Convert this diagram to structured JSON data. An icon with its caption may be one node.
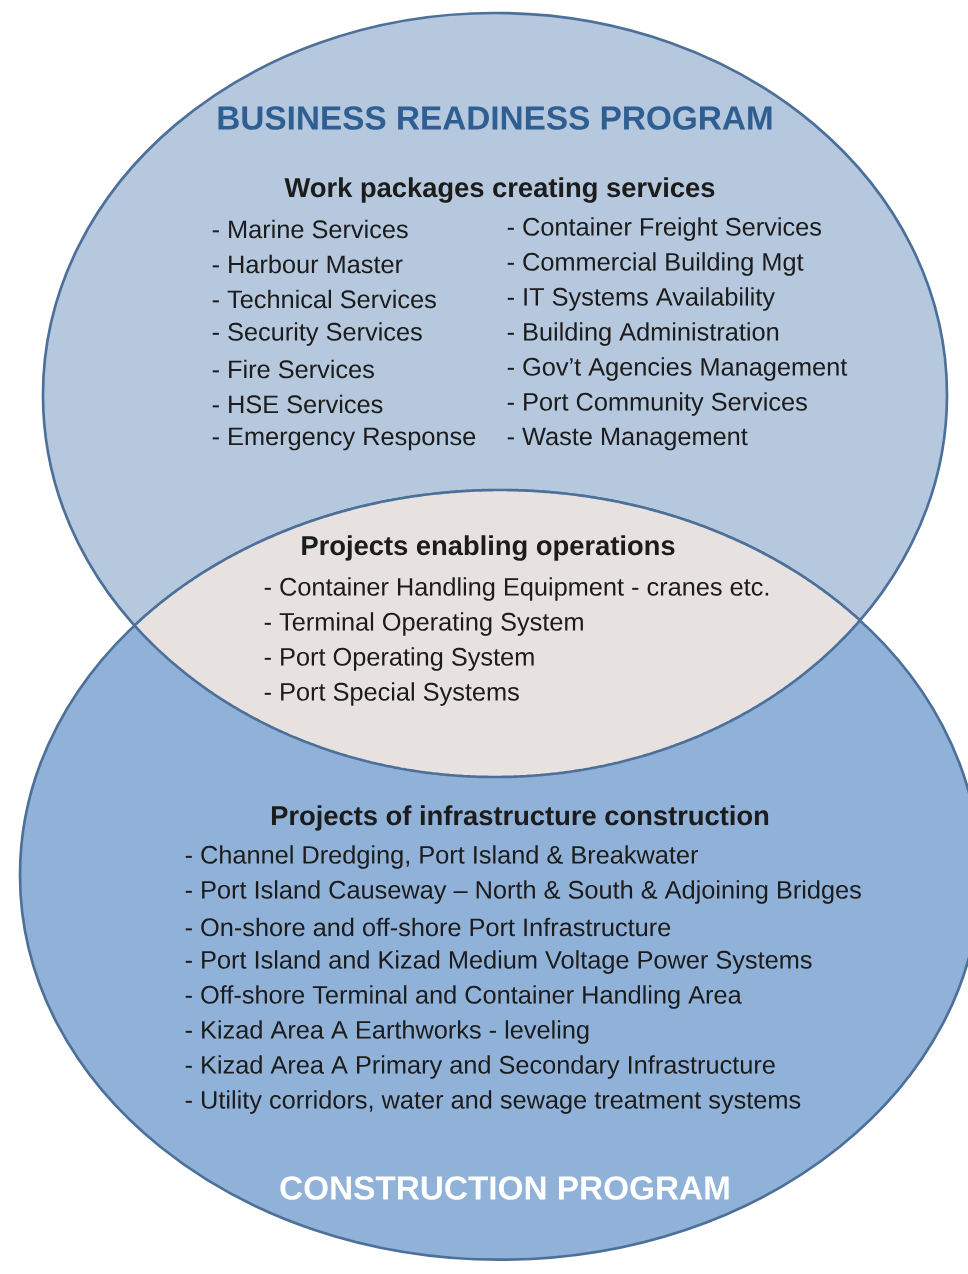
{
  "diagram": {
    "nodes": [
      {
        "text": [
          "BUSINESS READINESS PROGRAM",
          "Work packages creating services",
          "- Marine Services",
          "- Harbour Master",
          "- Technical Services",
          "- Security Services",
          "- Fire Services",
          "- HSE Services",
          "- Emergency Response",
          "- Container Freight Services",
          "- Commercial Building Mgt",
          "- IT Systems Availability",
          "- Building Administration",
          "- Gov’t Agencies Management",
          "- Port Community Services",
          "- Waste Management"
        ]
      },
      {
        "text": [
          "Projects enabling operations",
          "- Container Handling Equipment - cranes etc.",
          "- Terminal Operating System",
          "- Port Operating System",
          "- Port Special Systems"
        ]
      },
      {
        "text": [
          "Projects of infrastructure construction",
          "- Channel Dredging, Port Island & Breakwater",
          "- Port Island Causeway – North & South & Adjoining Bridges",
          "- On-shore and off-shore Port Infrastructure",
          "- Port Island and Kizad Medium Voltage Power Systems",
          "- Off-shore Terminal and Container Handling Area",
          "- Kizad Area A Earthworks - leveling",
          "- Kizad Area A Primary and Secondary Infrastructure",
          "- Utility corridors, water and sewage treatment systems",
          "CONSTRUCTION PROGRAM"
        ]
      }
    ]
  }
}
